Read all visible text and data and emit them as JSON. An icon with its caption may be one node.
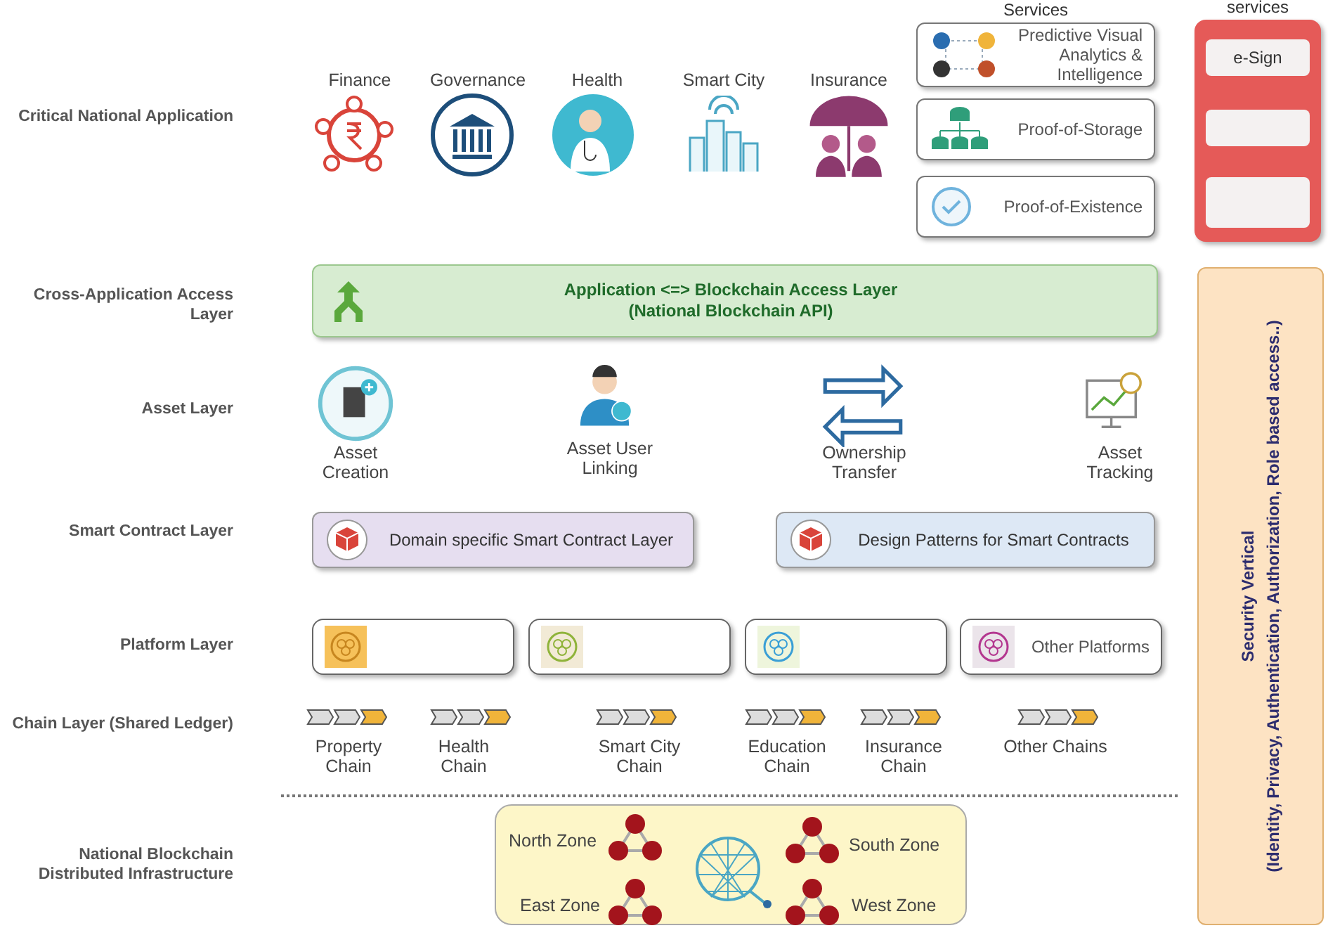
{
  "diagram": {
    "nodes": [
      {
        "text": [
          "Predictive Visual Analytics & Intelligence"
        ]
      },
      {
        "text": [
          "Proof-of-Storage"
        ]
      },
      {
        "text": [
          "Proof-of-Existence"
        ]
      },
      {
        "text": [
          "services"
        ]
      },
      {
        "text": [
          "e-Sign"
        ],
        "in": 3
      },
      {
        "text": [],
        "shape": "box",
        "in": 3
      },
      {
        "text": [],
        "shape": "box",
        "in": 3
      },
      {
        "text": [
          "Application <=> Blockchain Access Layer (National Blockchain API)"
        ]
      },
      {
        "text": [
          "Domain specific Smart Contract Layer"
        ]
      },
      {
        "text": [
          "Design Patterns for Smart Contracts"
        ]
      },
      {
        "text": [],
        "shape": "box"
      },
      {
        "text": [],
        "shape": "box"
      },
      {
        "text": [],
        "shape": "box"
      },
      {
        "text": [
          "Other Platforms"
        ]
      },
      {
        "text": [],
        "shape": "box"
      },
      {
        "text": [
          "Security Vertical",
          "(Identity, Privacy, Authentication, Authorization, Role based access..)"
        ]
      }
    ],
    "edges": [],
    "labels": [
      "Services",
      "Critical National Application",
      "Finance",
      "Governance",
      "Health",
      "Smart City",
      "Insurance",
      "Cross-Application Access Layer",
      "Asset Layer",
      "Asset Creation",
      "Asset User Linking",
      "Ownership Transfer",
      "Asset Tracking",
      "Smart Contract Layer",
      "Platform Layer",
      "Chain Layer (Shared Ledger)",
      "Property Chain",
      "Health Chain",
      "Smart City Chain",
      "Education Chain",
      "Insurance Chain",
      "Other Chains",
      "National Blockchain Distributed Infrastructure",
      "North Zone",
      "South Zone",
      "East Zone",
      "West Zone"
    ]
  }
}
